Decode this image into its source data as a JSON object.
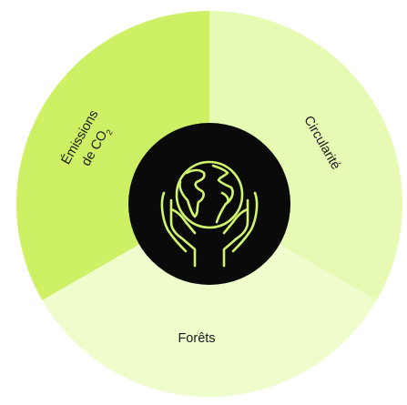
{
  "diagram": {
    "segments": [
      {
        "id": "emissions",
        "line1": "Émissions",
        "line2_main": "de CO",
        "line2_sub": "2",
        "color": "#cdf065"
      },
      {
        "id": "circularite",
        "label": "Circularité",
        "color": "#e6fab3"
      },
      {
        "id": "forets",
        "label": "Forêts",
        "color": "#effccb"
      }
    ],
    "center": {
      "color": "#0a0a0a",
      "icon": "globe-in-hands-icon",
      "icon_color": "#d2f56e"
    }
  }
}
